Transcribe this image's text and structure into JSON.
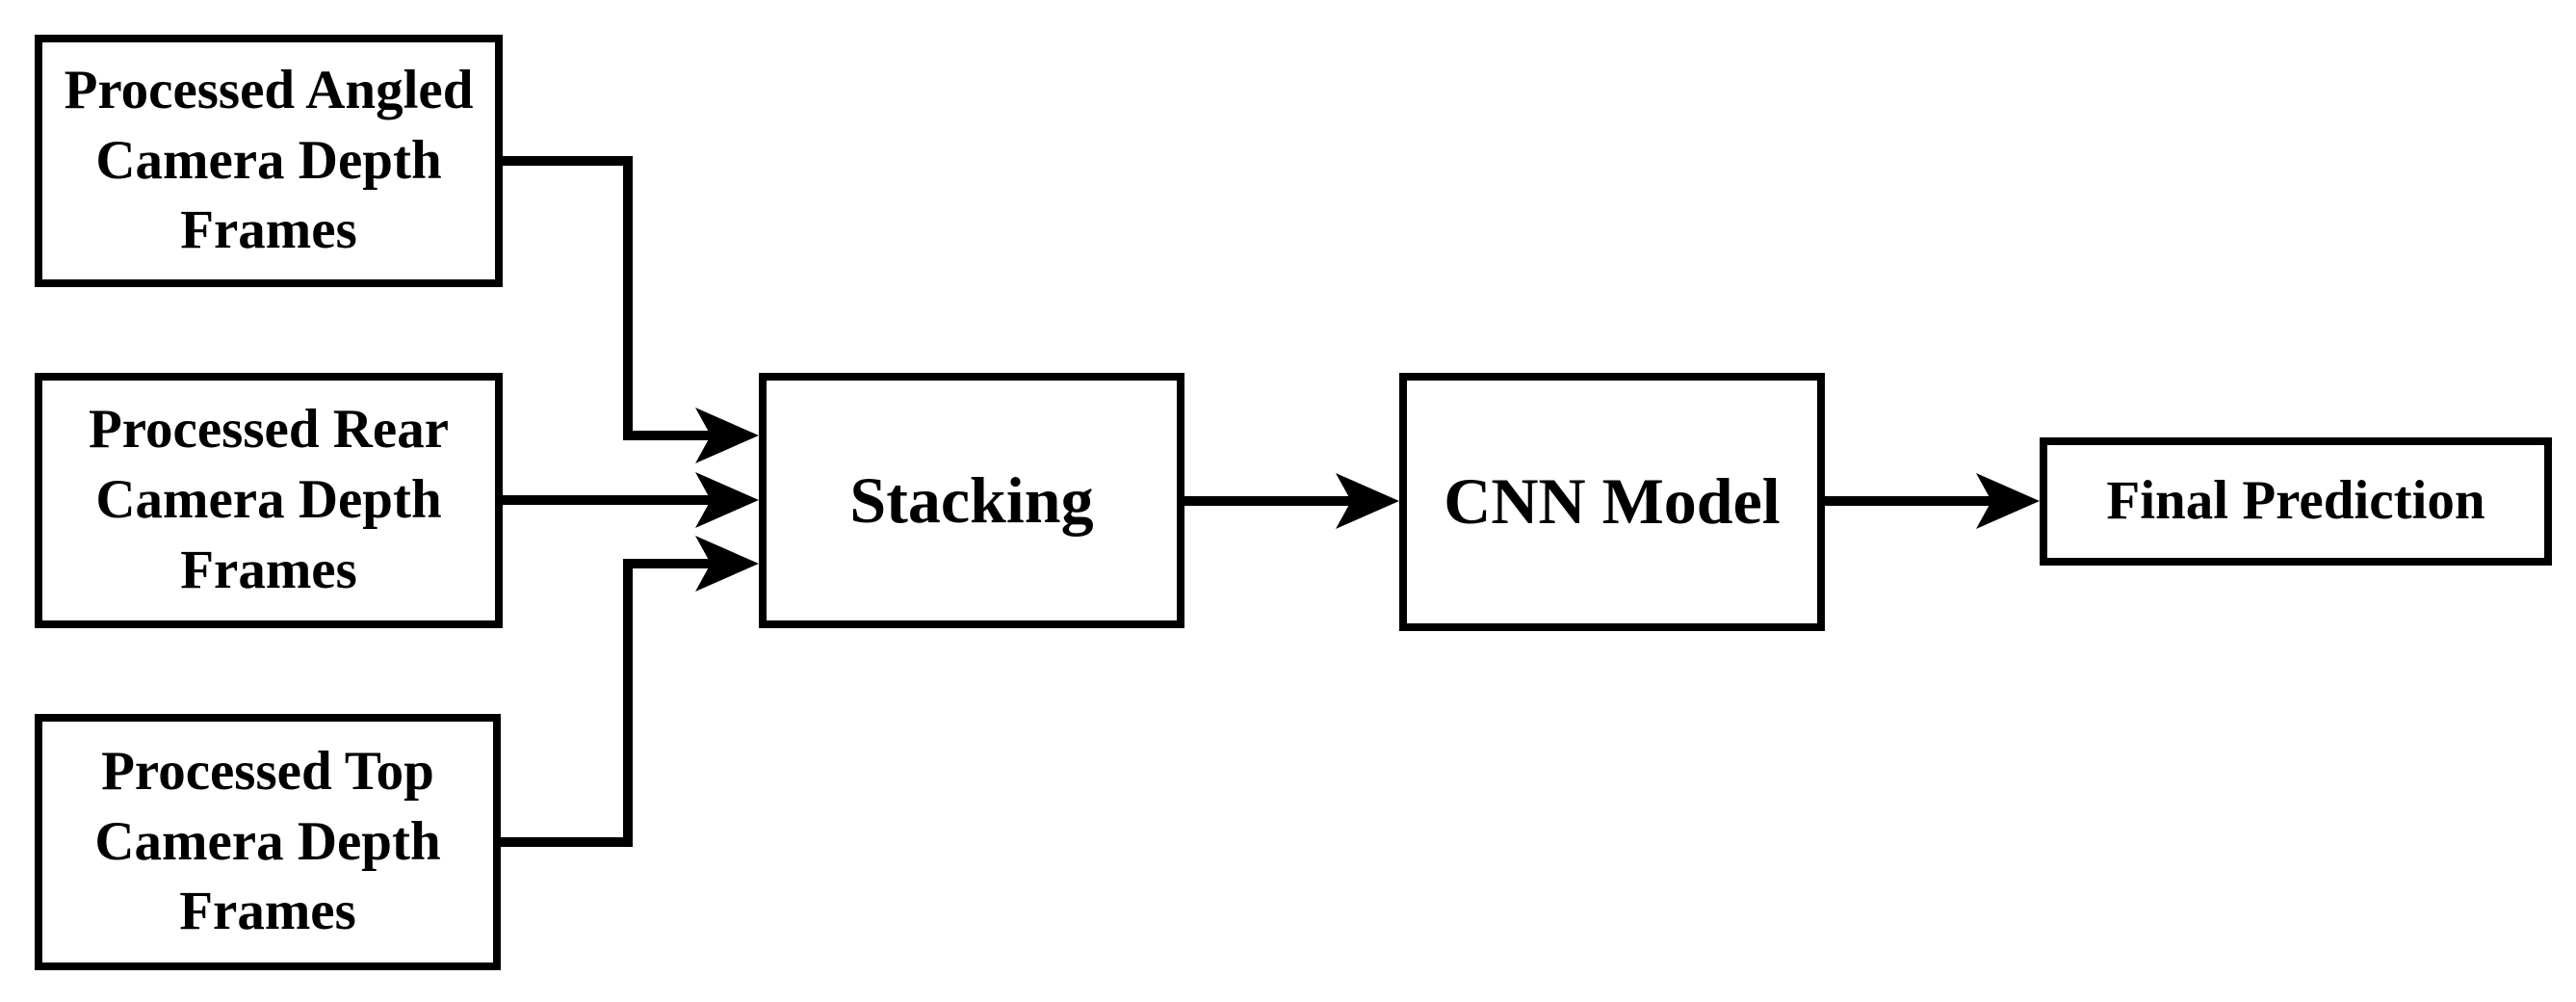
{
  "diagram": {
    "background_color": "#ffffff",
    "stroke_color": "#000000",
    "nodes": [
      {
        "id": "angled",
        "label": "Processed Angled\nCamera Depth\nFrames"
      },
      {
        "id": "rear",
        "label": "Processed Rear\nCamera Depth\nFrames"
      },
      {
        "id": "top",
        "label": "Processed Top\nCamera Depth\nFrames"
      },
      {
        "id": "stacking",
        "label": "Stacking"
      },
      {
        "id": "cnn",
        "label": "CNN Model"
      },
      {
        "id": "final",
        "label": "Final Prediction"
      }
    ],
    "edges": [
      {
        "from": "angled",
        "to": "stacking"
      },
      {
        "from": "rear",
        "to": "stacking"
      },
      {
        "from": "top",
        "to": "stacking"
      },
      {
        "from": "stacking",
        "to": "cnn"
      },
      {
        "from": "cnn",
        "to": "final"
      }
    ]
  }
}
